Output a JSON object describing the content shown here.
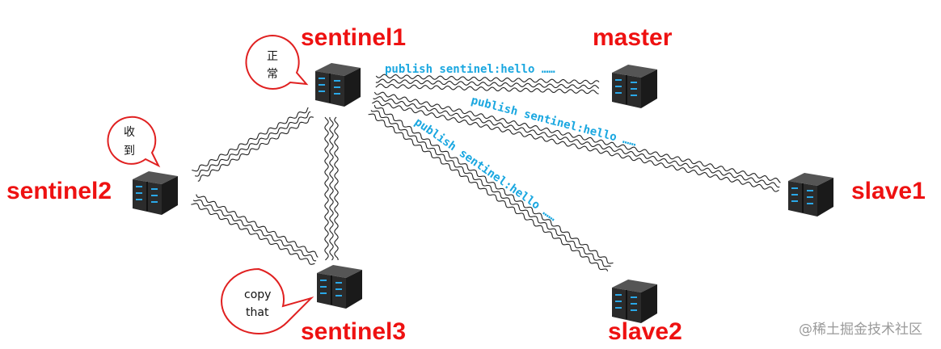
{
  "nodes": {
    "sentinel1": "sentinel1",
    "sentinel2": "sentinel2",
    "sentinel3": "sentinel3",
    "master": "master",
    "slave1": "slave1",
    "slave2": "slave2"
  },
  "messages": {
    "to_master": "publish sentinel:hello ……",
    "to_slave1": "publish sentinel:hello ……",
    "to_slave2": "publish sentinel:hello ……"
  },
  "bubbles": {
    "sentinel1": [
      "正",
      "常"
    ],
    "sentinel2": [
      "收",
      "到"
    ],
    "sentinel3": [
      "copy",
      "that"
    ]
  },
  "watermark": "@稀土掘金技术社区",
  "colors": {
    "label": "#ee1111",
    "message": "#1aa7e0",
    "server": "#2b2b2b",
    "server_light": "#2aa8e8"
  }
}
